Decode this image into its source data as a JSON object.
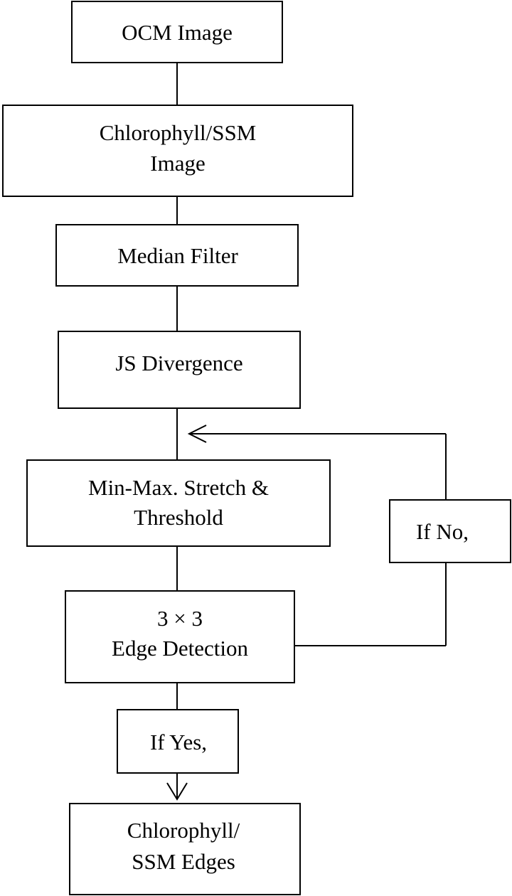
{
  "diagram": {
    "nodes": {
      "ocm_image": {
        "line1": "OCM Image"
      },
      "chlorophyll_ssm_image": {
        "line1": "Chlorophyll/SSM",
        "line2": "Image"
      },
      "median_filter": {
        "line1": "Median Filter"
      },
      "js_divergence": {
        "line1": "JS Divergence"
      },
      "min_max_stretch": {
        "line1": "Min-Max. Stretch &",
        "line2": "Threshold"
      },
      "edge_detection": {
        "line1": "3 × 3",
        "line2": "Edge Detection"
      },
      "if_yes": {
        "line1": "If Yes,"
      },
      "chlorophyll_ssm_edges": {
        "line1": "Chlorophyll/",
        "line2": "SSM Edges"
      },
      "if_no": {
        "line1": "If No,"
      }
    }
  }
}
